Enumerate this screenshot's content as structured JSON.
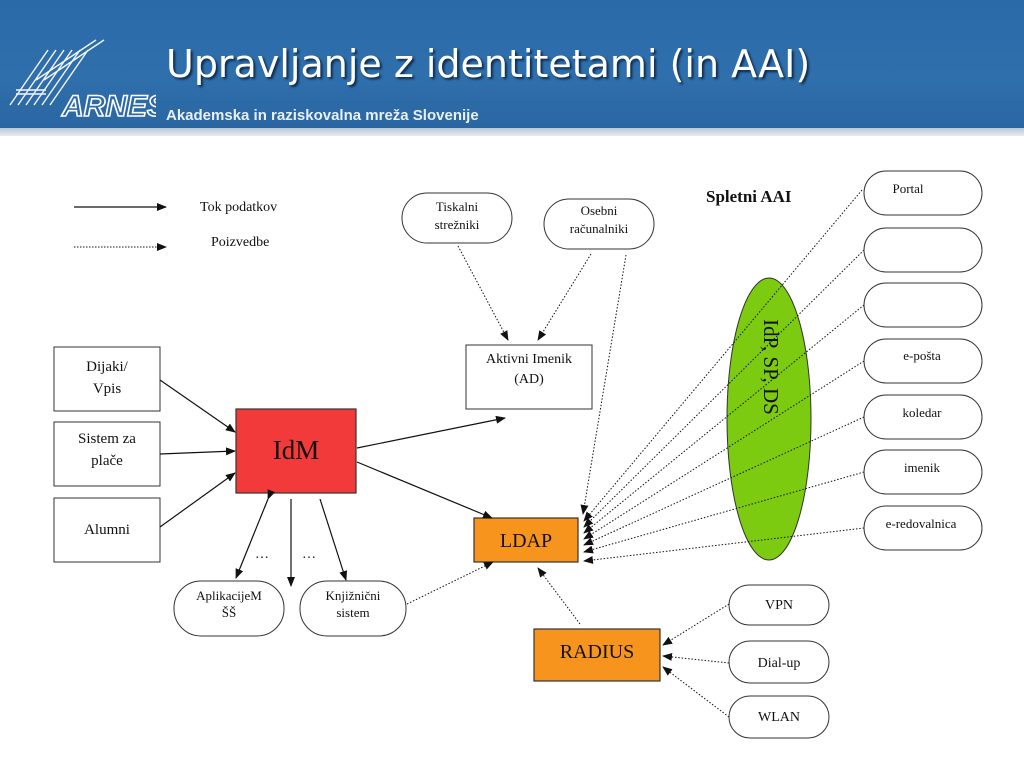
{
  "header": {
    "title": "Upravljanje z identitetami (in AAI)",
    "subtitle": "Akademska in raziskovalna mreža Slovenije",
    "logo_text": "ARNES"
  },
  "legend": {
    "flow_label": "Tok podatkov",
    "query_label": "Poizvedbe"
  },
  "colors": {
    "header_blue": "#2f6fac",
    "idm_red": "#f23a3a",
    "ldap_orange": "#f7941d",
    "aai_green": "#7ccb10"
  },
  "nodes": {
    "dijaki": [
      "Dijaki/",
      "Vpis"
    ],
    "sistem_place": [
      "Sistem za",
      "plače"
    ],
    "alumni": "Alumni",
    "idm": "IdM",
    "ad": [
      "Aktivni  Imenik",
      "(AD)"
    ],
    "tiskalni": [
      "Tiskalni",
      "strežniki"
    ],
    "osebni": [
      "Osebni",
      "računalniki"
    ],
    "ldap": "LDAP",
    "radius": "RADIUS",
    "aplikacije": [
      "AplikacijeM",
      "ŠŠ"
    ],
    "knjiznicni": [
      "Knjižnični",
      "sistem"
    ],
    "ellipsis": "…",
    "spletni_aai": "Spletni AAI",
    "idp": "IdP, SP, DS"
  },
  "web_services": [
    "Portal",
    "",
    "",
    "e-pošta",
    "koledar",
    "imenik",
    "e-redovalnica"
  ],
  "radius_services": [
    "VPN",
    "Dial-up",
    "WLAN"
  ]
}
